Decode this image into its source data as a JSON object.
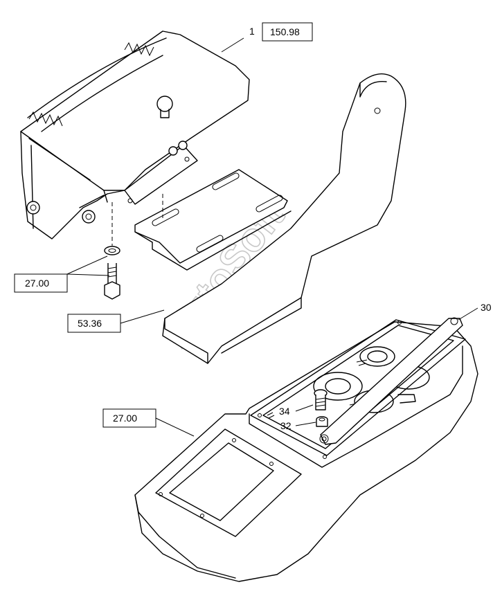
{
  "labels": {
    "top_box": "150.98",
    "top_num": "1",
    "bolt_box": "27.00",
    "bracket_box": "53.36",
    "housing_box": "27.00",
    "ref_30": "30",
    "ref_34": "34",
    "ref_32": "32"
  },
  "watermark": "AutoSoft"
}
